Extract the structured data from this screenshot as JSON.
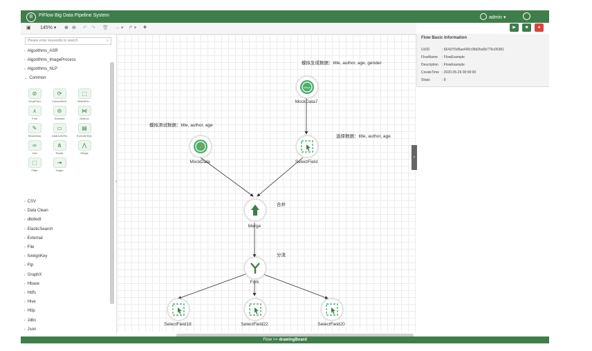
{
  "app": {
    "title": "PiFlow Big Data Pipeline System",
    "user": "admin",
    "user_caret": "▾"
  },
  "toolbar": {
    "zoom": "145%",
    "zoom_caret": "▾",
    "zoom_in": "⊕",
    "zoom_out": "⊖",
    "undo": "↶",
    "redo": "↷",
    "delete": "🗑",
    "connector1": "→ ▾",
    "connector2": "↱ ▾",
    "add": "+"
  },
  "actions": {
    "run": "▶",
    "save": "■",
    "stop": "●"
  },
  "sidebar": {
    "search_placeholder": "Please enter keywords to search",
    "search_icon": "⌕",
    "categories_top": [
      {
        "label": "Algorithms_ASR",
        "arrow": "›"
      },
      {
        "label": "Algorithms_ImageProcess",
        "arrow": "›"
      },
      {
        "label": "Algorithms_NLP",
        "arrow": "›"
      },
      {
        "label": "Common",
        "arrow": "⌄"
      }
    ],
    "common_stops": [
      {
        "label": "DropField",
        "icon": "drop-icon",
        "glyph": "⊘"
      },
      {
        "label": "ConvertSch...",
        "icon": "convert-icon",
        "glyph": "⟳"
      },
      {
        "label": "SelectFie...",
        "icon": "select-icon",
        "glyph": "⬚"
      },
      {
        "label": "Fork",
        "icon": "fork-icon",
        "glyph": "⋏"
      },
      {
        "label": "Subtract",
        "icon": "subtract-icon",
        "glyph": "⊖"
      },
      {
        "label": "Distinct",
        "icon": "distinct-icon",
        "glyph": "⋈"
      },
      {
        "label": "MockData",
        "icon": "mock-icon",
        "glyph": "✎"
      },
      {
        "label": "AddUUIDSto...",
        "icon": "uuid-icon",
        "glyph": "▭"
      },
      {
        "label": "ExecuteSQL...",
        "icon": "sql-icon",
        "glyph": "▤"
      },
      {
        "label": "Join",
        "icon": "join-icon",
        "glyph": "∞"
      },
      {
        "label": "Route",
        "icon": "route-icon",
        "glyph": "⋔"
      },
      {
        "label": "Merge",
        "icon": "merge-icon",
        "glyph": "⋀"
      },
      {
        "label": "Filter",
        "icon": "filter-icon",
        "glyph": "⬚"
      },
      {
        "label": "Trager",
        "icon": "trigger-icon",
        "glyph": "⇥"
      }
    ],
    "categories_bottom": [
      {
        "label": "CSV",
        "arrow": "›"
      },
      {
        "label": "Data Clean",
        "arrow": "›"
      },
      {
        "label": "dbdiodt",
        "arrow": "›"
      },
      {
        "label": "ElasticSearch",
        "arrow": "›"
      },
      {
        "label": "External",
        "arrow": "›"
      },
      {
        "label": "File",
        "arrow": "›"
      },
      {
        "label": "foreignKey",
        "arrow": "›"
      },
      {
        "label": "Ftp",
        "arrow": "›"
      },
      {
        "label": "GraphX",
        "arrow": "›"
      },
      {
        "label": "Hbase",
        "arrow": "›"
      },
      {
        "label": "Hdfs",
        "arrow": "›"
      },
      {
        "label": "Hive",
        "arrow": "›"
      },
      {
        "label": "Http",
        "arrow": "›"
      },
      {
        "label": "Jdbc",
        "arrow": "›"
      },
      {
        "label": "Json",
        "arrow": "›"
      }
    ],
    "collapse_arrow": "‹"
  },
  "panel": {
    "title": "Flow Basic Information",
    "rows": [
      {
        "key": "UUID",
        "value": ": 6641f76d5ae640c09d2ba5b776c00381"
      },
      {
        "key": "FlowName",
        "value": ": FlowExample"
      },
      {
        "key": "Description",
        "value": ": FlowExample"
      },
      {
        "key": "CreateTime",
        "value": ": 2020-05-26 00:00:00"
      },
      {
        "key": "Stops",
        "value": ": 8"
      }
    ],
    "expand_arrow": "›"
  },
  "flow": {
    "nodes": [
      {
        "id": "mockdata7",
        "label": "MockData7",
        "icon": "mock-icon",
        "badge": "Mock"
      },
      {
        "id": "mockdata",
        "label": "MockData",
        "icon": "mock-icon",
        "badge": ""
      },
      {
        "id": "selectfield",
        "label": "SelectField",
        "icon": "select-icon",
        "badge": ""
      },
      {
        "id": "merge",
        "label": "Merge",
        "icon": "merge-icon",
        "badge": ""
      },
      {
        "id": "fork",
        "label": "Fork",
        "icon": "fork-icon",
        "badge": ""
      },
      {
        "id": "selectfield18",
        "label": "SelectField18",
        "icon": "select-icon",
        "badge": ""
      },
      {
        "id": "selectfield22",
        "label": "SelectField22",
        "icon": "select-icon",
        "badge": ""
      },
      {
        "id": "selectfield20",
        "label": "SelectField20",
        "icon": "select-icon",
        "badge": ""
      }
    ],
    "annotations": [
      {
        "text": "模拟生成数据：title, author, age, gender"
      },
      {
        "text": "模拟测试数据：title, author, age"
      },
      {
        "text": "选择数据：title, author, age"
      },
      {
        "text": "合并"
      },
      {
        "text": "分流"
      }
    ]
  },
  "footer": {
    "prefix": "Flow  >>",
    "page": "drawingBoard"
  },
  "colors": {
    "brand": "#3f7d4b",
    "node_green": "#4caf6a",
    "run": "#3f7d4b",
    "stop": "#d9443b"
  }
}
